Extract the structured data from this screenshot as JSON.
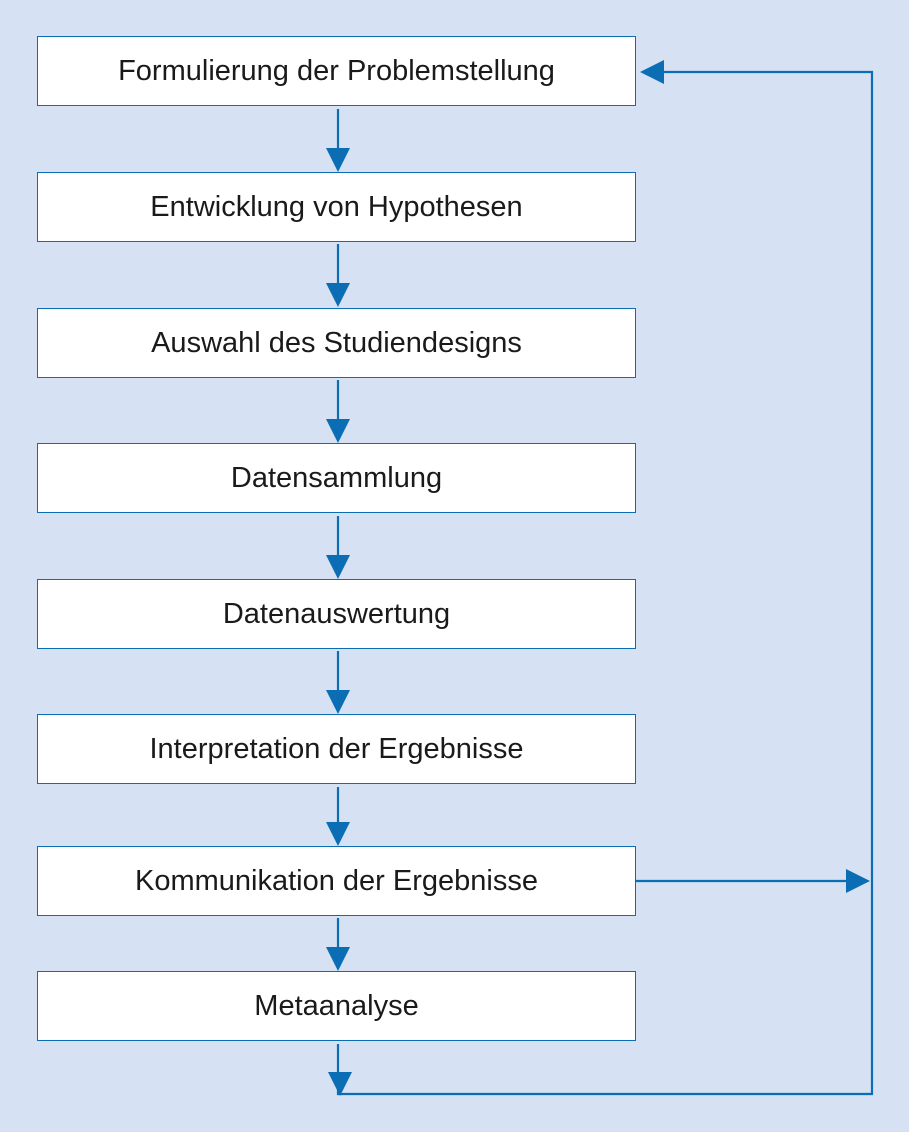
{
  "flowchart": {
    "steps": [
      {
        "label": "Formulierung der Problemstellung"
      },
      {
        "label": "Entwicklung von Hypothesen"
      },
      {
        "label": "Auswahl des Studiendesigns"
      },
      {
        "label": "Datensammlung"
      },
      {
        "label": "Datenauswertung"
      },
      {
        "label": "Interpretation der Ergebnisse"
      },
      {
        "label": "Kommunikation der Ergebnisse"
      },
      {
        "label": "Metaanalyse"
      }
    ],
    "feedback_loop": {
      "from_steps": [
        "Kommunikation der Ergebnisse",
        "Metaanalyse"
      ],
      "to_step": "Formulierung der Problemstellung"
    }
  },
  "colors": {
    "background": "#d6e1f3",
    "box_fill": "#ffffff",
    "line": "#0b6db3",
    "text": "#1a1a1a"
  }
}
